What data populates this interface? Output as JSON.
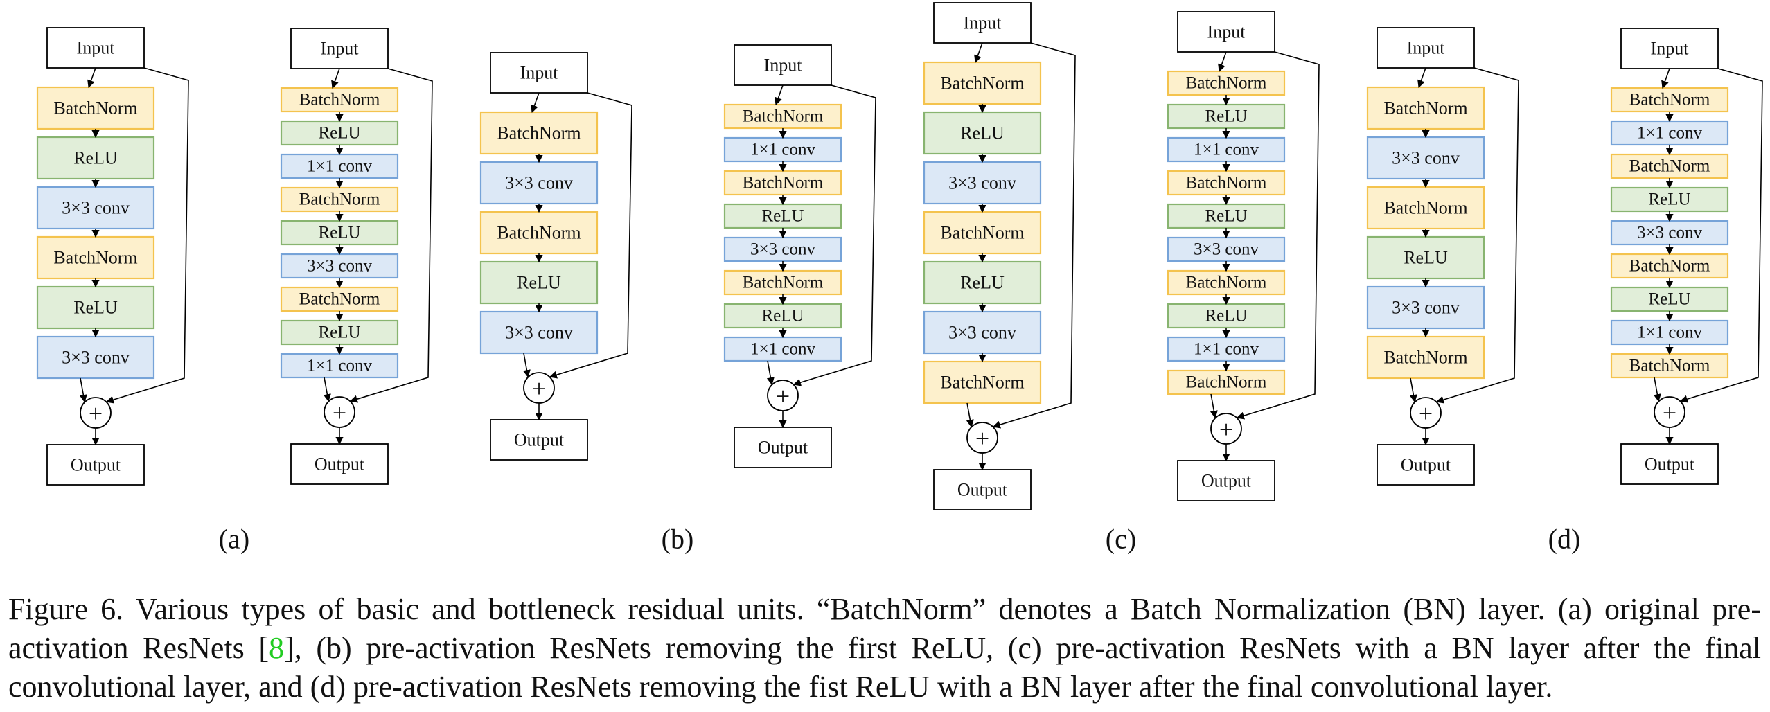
{
  "colors": {
    "batchnorm_fill": "#fdf0cc",
    "batchnorm_stroke": "#f4c34e",
    "relu_fill": "#e1eed9",
    "relu_stroke": "#88b470",
    "conv_fill": "#dce8f6",
    "conv_stroke": "#76a3d8",
    "citation": "#22cc22"
  },
  "labels": {
    "input": "Input",
    "output": "Output",
    "plus": "+",
    "batchnorm": "BatchNorm",
    "relu": "ReLU",
    "conv3": "3×3 conv",
    "conv1": "1×1 conv"
  },
  "groups": [
    {
      "label": "(a)",
      "basic": [
        "batchnorm",
        "relu",
        "conv3",
        "batchnorm",
        "relu",
        "conv3"
      ],
      "bottleneck": [
        "batchnorm",
        "relu",
        "conv1",
        "batchnorm",
        "relu",
        "conv3",
        "batchnorm",
        "relu",
        "conv1"
      ]
    },
    {
      "label": "(b)",
      "basic": [
        "batchnorm",
        "conv3",
        "batchnorm",
        "relu",
        "conv3"
      ],
      "bottleneck": [
        "batchnorm",
        "conv1",
        "batchnorm",
        "relu",
        "conv3",
        "batchnorm",
        "relu",
        "conv1"
      ]
    },
    {
      "label": "(c)",
      "basic": [
        "batchnorm",
        "relu",
        "conv3",
        "batchnorm",
        "relu",
        "conv3",
        "batchnorm"
      ],
      "bottleneck": [
        "batchnorm",
        "relu",
        "conv1",
        "batchnorm",
        "relu",
        "conv3",
        "batchnorm",
        "relu",
        "conv1",
        "batchnorm"
      ]
    },
    {
      "label": "(d)",
      "basic": [
        "batchnorm",
        "conv3",
        "batchnorm",
        "relu",
        "conv3",
        "batchnorm"
      ],
      "bottleneck": [
        "batchnorm",
        "conv1",
        "batchnorm",
        "relu",
        "conv3",
        "batchnorm",
        "relu",
        "conv1",
        "batchnorm"
      ]
    }
  ],
  "caption": {
    "part1": "Figure 6. Various types of basic and bottleneck residual units.  “BatchNorm” denotes a Batch Normalization (BN) layer.  (a) original pre-activation ResNets [",
    "citation": "8",
    "part2": "], (b) pre-activation ResNets removing the first ReLU, (c) pre-activation ResNets with a BN layer after the final convolutional layer, and (d) pre-activation ResNets removing the fist ReLU with a BN layer after the final convolutional layer."
  }
}
